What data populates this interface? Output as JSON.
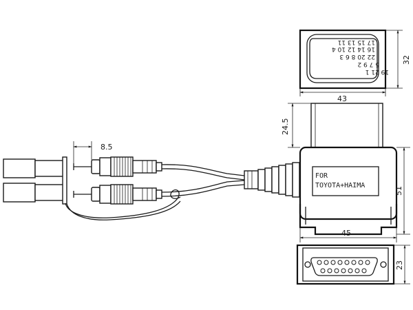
{
  "dimensions": {
    "banana_gap": "8.5",
    "top_width": "43",
    "top_height": "32",
    "obd_height": "24.5",
    "body_height": "51",
    "body_width": "45",
    "bottom_height": "23"
  },
  "connector_label": {
    "line1": "FOR",
    "line2": "TOYOTA+HAIMA"
  },
  "pin_rows": [
    [
      "17",
      "15",
      "13",
      "11"
    ],
    [
      "16",
      "14",
      "12",
      "10",
      "4"
    ],
    [
      "22",
      "20",
      "8",
      "6",
      "3"
    ],
    [
      "5",
      "7",
      "9",
      "2"
    ],
    [
      "19",
      "21",
      "1"
    ]
  ]
}
